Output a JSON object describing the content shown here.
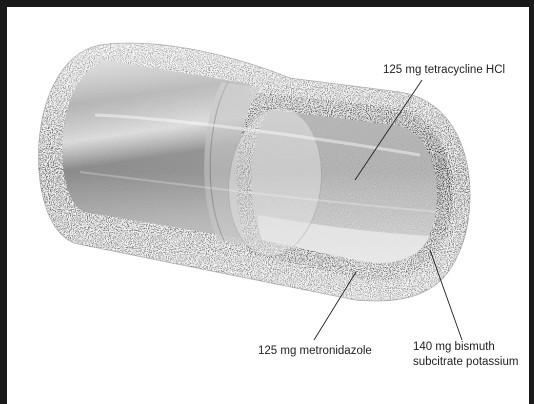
{
  "labels": {
    "tetracycline": "125 mg tetracycline HCl",
    "metronidazole": "125 mg metronidazole",
    "bismuth_line1": "140 mg bismuth",
    "bismuth_line2": "subcitrate potassium"
  }
}
